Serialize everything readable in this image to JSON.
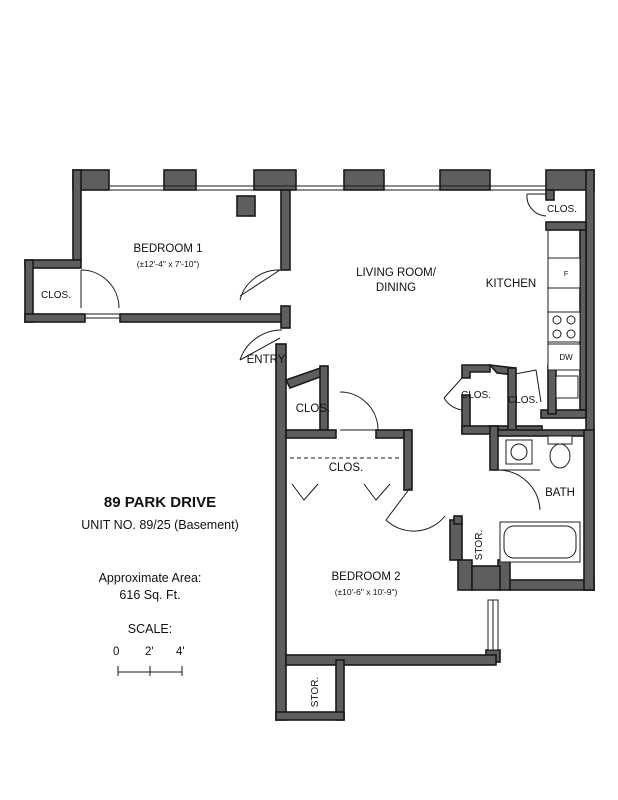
{
  "rooms": {
    "bedroom1": {
      "name": "BEDROOM 1",
      "dims": "(±12'-4\" x 7'-10\")"
    },
    "living": {
      "line1": "LIVING ROOM/",
      "line2": "DINING"
    },
    "kitchen": "KITCHEN",
    "bedroom2": {
      "name": "BEDROOM 2",
      "dims": "(±10'-6\" x 10'-9\")"
    },
    "bath": "BATH",
    "entry": "ENTRY"
  },
  "closets": {
    "clos_bed1": "CLOS.",
    "clos_kitchen": "CLOS.",
    "clos_hall_a": "CLOS.",
    "clos_hall_b": "CLOS.",
    "clos_hall_c": "CLOS.",
    "clos_bed2": "CLOS.",
    "stor_bath": "STOR.",
    "stor_bottom": "STOR."
  },
  "appliances": {
    "fridge": "F",
    "dishwasher": "DW"
  },
  "info": {
    "address": "89 PARK DRIVE",
    "unit": "UNIT NO. 89/25 (Basement)",
    "area_label": "Approximate Area:",
    "area_value": "616 Sq. Ft."
  },
  "scale": {
    "label": "SCALE:",
    "ticks": [
      "0",
      "2'",
      "4'"
    ]
  }
}
